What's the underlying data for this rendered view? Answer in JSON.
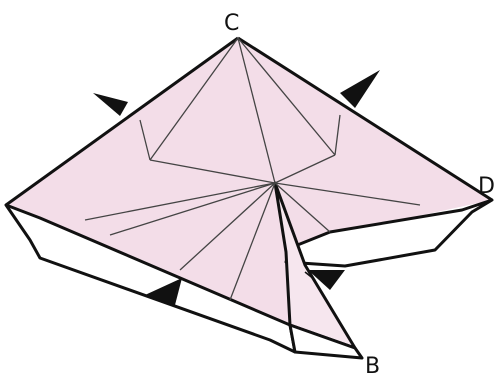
{
  "diagram": {
    "labels": {
      "c": "C",
      "d": "D",
      "b": "B"
    },
    "colors": {
      "face_fill": "#f3dde8",
      "strip_fill": "#ffffff",
      "ink": "#111111",
      "crease": "#444444"
    },
    "icons": [
      "arrowhead-icon",
      "arrowhead-icon",
      "arrowhead-icon",
      "arrowhead-icon"
    ]
  }
}
